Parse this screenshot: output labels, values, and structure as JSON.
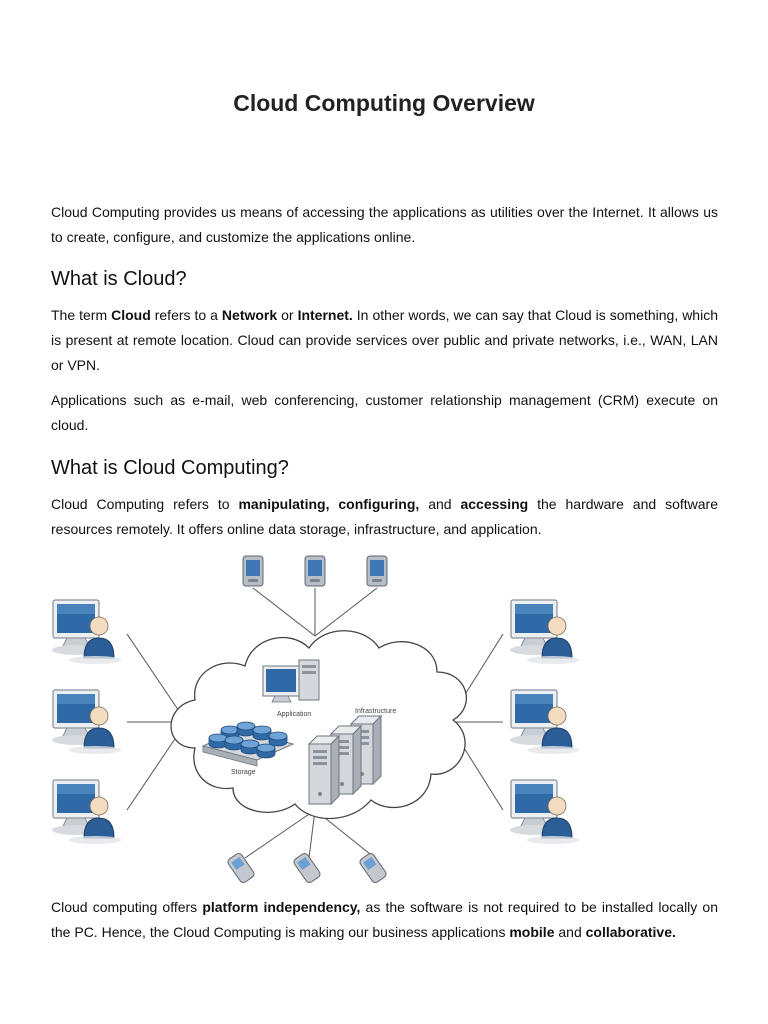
{
  "title": "Cloud Computing Overview",
  "intro": "Cloud Computing provides us means of accessing the applications as utilities over the Internet. It allows us to create, configure, and customize the applications online.",
  "section1": {
    "heading": "What is Cloud?",
    "p1": {
      "t1": "The term ",
      "b1": "Cloud",
      "t2": " refers to a ",
      "b2": "Network",
      "t3": " or ",
      "b3": "Internet.",
      "t4": " In other words, we can say that Cloud is something, which is present at remote location. Cloud can provide services over public and private networks, i.e., WAN, LAN or VPN."
    },
    "p2": "Applications such as e-mail, web conferencing, customer relationship management (CRM) execute on cloud."
  },
  "section2": {
    "heading": "What is Cloud Computing?",
    "p1": {
      "t1": "Cloud Computing refers to ",
      "b1": "manipulating, configuring,",
      "t2": " and ",
      "b2": "accessing",
      "t3": " the hardware and software resources remotely. It offers online data storage, infrastructure, and application."
    }
  },
  "diagram": {
    "application_label": "Application",
    "infrastructure_label": "Infrastructure",
    "storage_label": "Storage"
  },
  "closing": {
    "t1": "Cloud computing offers ",
    "b1": "platform independency,",
    "t2": " as the software is not required to be installed locally on the PC. Hence, the Cloud Computing is making our business applications ",
    "b2": "mobile",
    "t3": " and ",
    "b3": "collaborative."
  }
}
